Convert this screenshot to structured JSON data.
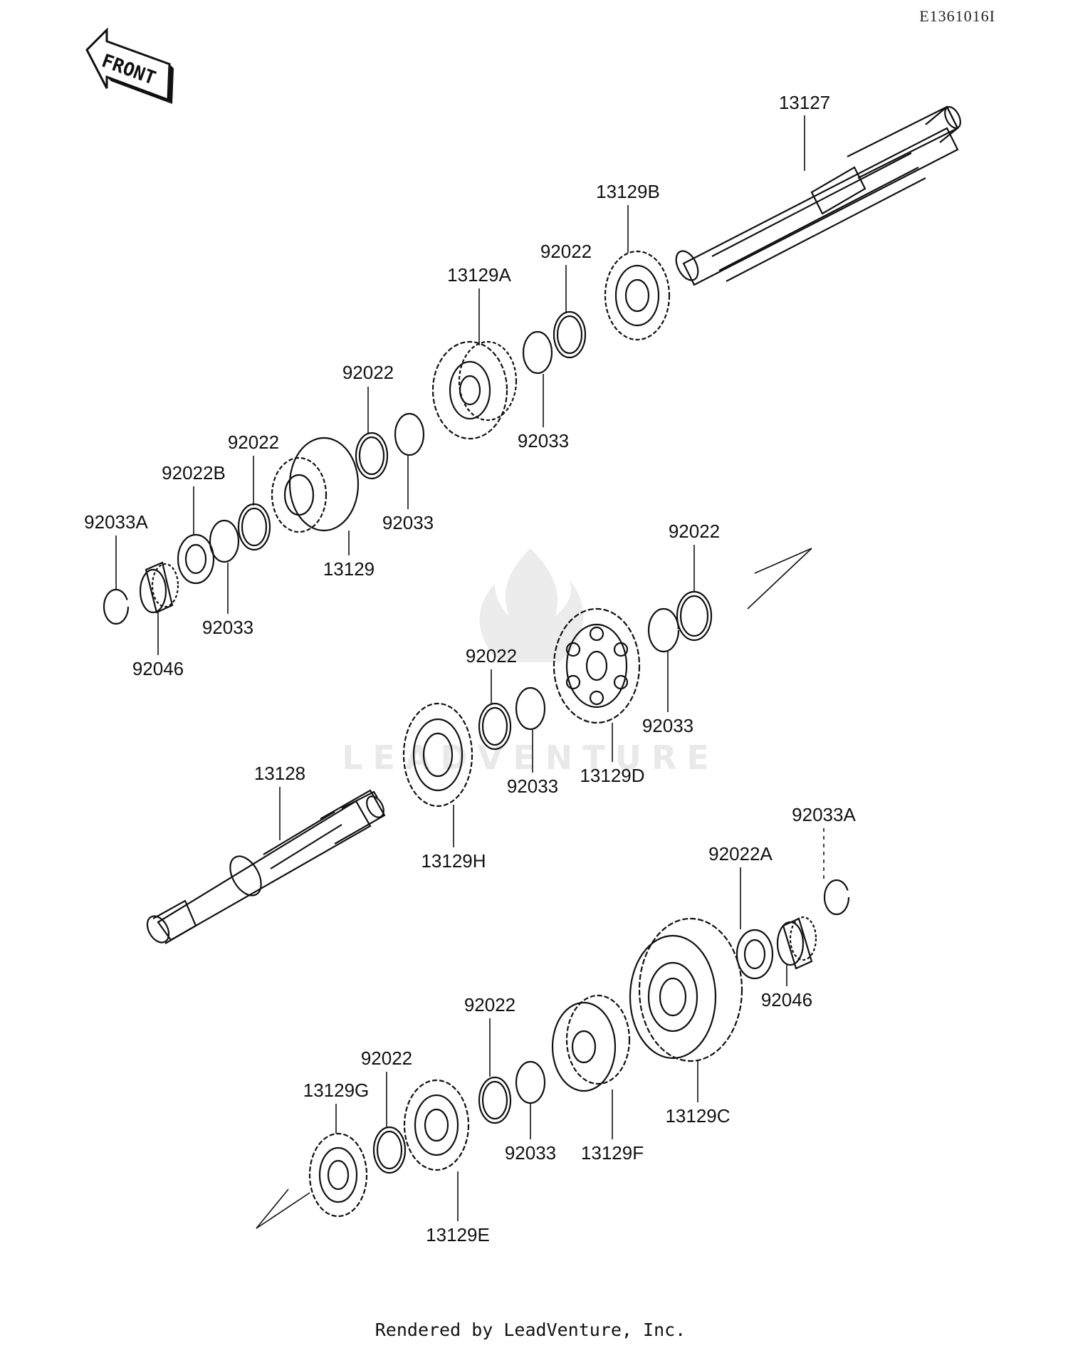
{
  "header": {
    "diagram_ref": "E1361016I"
  },
  "front_arrow": {
    "label": "FRONT",
    "icon": "front-arrow-icon"
  },
  "watermark": {
    "text": "LEADVENTURE",
    "icon": "flame-logo-icon"
  },
  "footer": {
    "text": "Rendered by LeadVenture, Inc."
  },
  "parts": [
    {
      "number": "13127"
    },
    {
      "number": "13129B"
    },
    {
      "number": "92022"
    },
    {
      "number": "13129A"
    },
    {
      "number": "92033"
    },
    {
      "number": "92022"
    },
    {
      "number": "92033"
    },
    {
      "number": "92022"
    },
    {
      "number": "92022B"
    },
    {
      "number": "92033A"
    },
    {
      "number": "13129"
    },
    {
      "number": "92033"
    },
    {
      "number": "92046"
    },
    {
      "number": "92022"
    },
    {
      "number": "92022"
    },
    {
      "number": "92033"
    },
    {
      "number": "13129D"
    },
    {
      "number": "92033"
    },
    {
      "number": "13128"
    },
    {
      "number": "13129H"
    },
    {
      "number": "92033A"
    },
    {
      "number": "92022A"
    },
    {
      "number": "92046"
    },
    {
      "number": "92022"
    },
    {
      "number": "92022"
    },
    {
      "number": "13129G"
    },
    {
      "number": "92033"
    },
    {
      "number": "13129F"
    },
    {
      "number": "13129C"
    },
    {
      "number": "13129E"
    }
  ]
}
